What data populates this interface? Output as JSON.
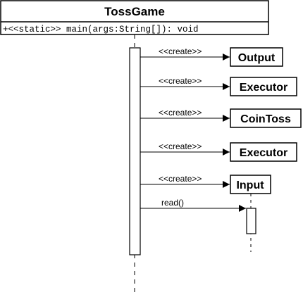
{
  "main_class": {
    "name": "TossGame",
    "operation": "+<<static>> main(args:String[]): void"
  },
  "messages": [
    {
      "label": "<<create>>",
      "target": "Output"
    },
    {
      "label": "<<create>>",
      "target": "Executor"
    },
    {
      "label": "<<create>>",
      "target": "CoinToss"
    },
    {
      "label": "<<create>>",
      "target": "Executor"
    },
    {
      "label": "<<create>>",
      "target": "Input"
    },
    {
      "label": "read()",
      "target": ""
    }
  ]
}
